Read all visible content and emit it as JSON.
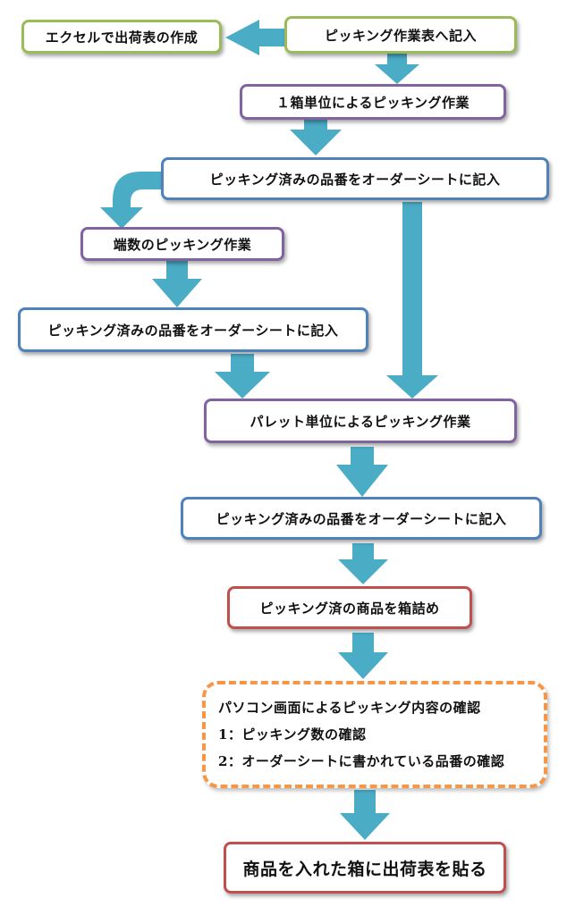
{
  "colors": {
    "arrow": "#4bacc6",
    "green": "#9bbb59",
    "purple": "#8064a2",
    "blue": "#4f81bd",
    "red": "#c0504d",
    "orange": "#f79646"
  },
  "nodes": {
    "excel": "エクセルで出荷表の作成",
    "record_sheet": "ピッキング作業表へ記入",
    "box_unit": "１箱単位によるピッキング作業",
    "record1": "ピッキング済みの品番をオーダーシートに記入",
    "fraction": "端数のピッキング作業",
    "record2": "ピッキング済みの品番をオーダーシートに記入",
    "pallet": "パレット単位によるピッキング作業",
    "record3": "ピッキング済みの品番をオーダーシートに記入",
    "pack": "ピッキング済の商品を箱詰め",
    "confirm": {
      "title": "パソコン画面によるピッキング内容の確認",
      "item1": "1：ピッキング数の確認",
      "item2": "2：オーダーシートに書かれている品番の確認"
    },
    "label": "商品を入れた箱に出荷表を貼る"
  }
}
